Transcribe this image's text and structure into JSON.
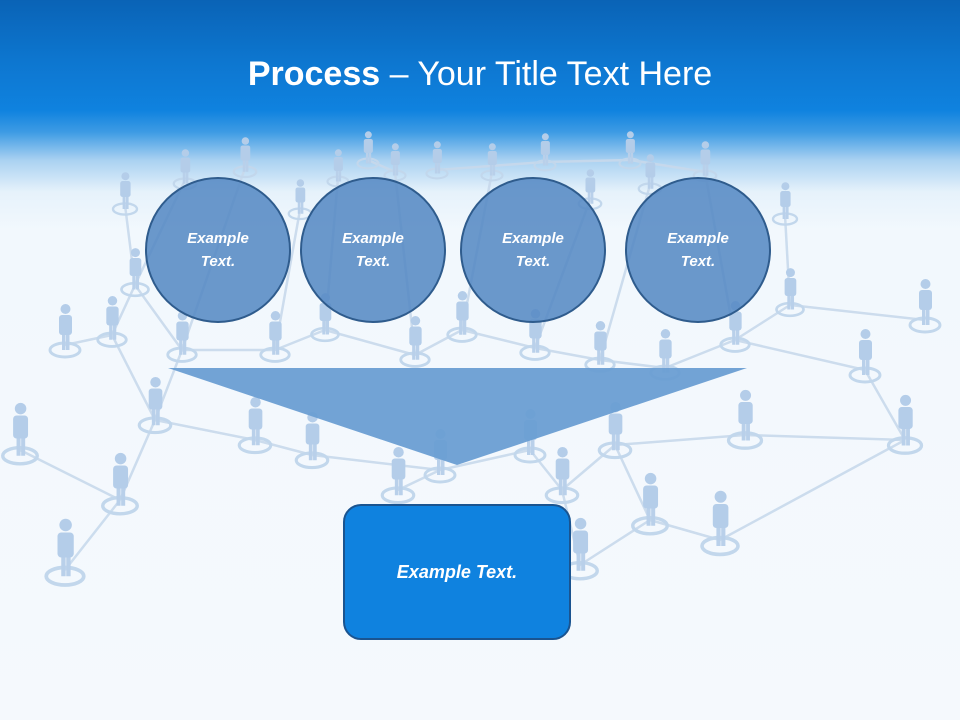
{
  "slide": {
    "title_bold": "Process",
    "title_rest": " – Your Title Text Here",
    "steps": [
      {
        "label": "Example Text."
      },
      {
        "label": "Example Text."
      },
      {
        "label": "Example Text."
      },
      {
        "label": "Example Text."
      }
    ],
    "result": {
      "label": "Example Text."
    }
  },
  "colors": {
    "header_blue": "#0f82df",
    "circle_fill": "#5a8cc4",
    "circle_border": "#2f5c8d",
    "funnel_fill": "#6a9ed3",
    "result_fill": "#0f82df",
    "result_border": "#1a5490",
    "network_figures": "#bcd4ec"
  },
  "background": {
    "icon": "people-network-illustration"
  }
}
